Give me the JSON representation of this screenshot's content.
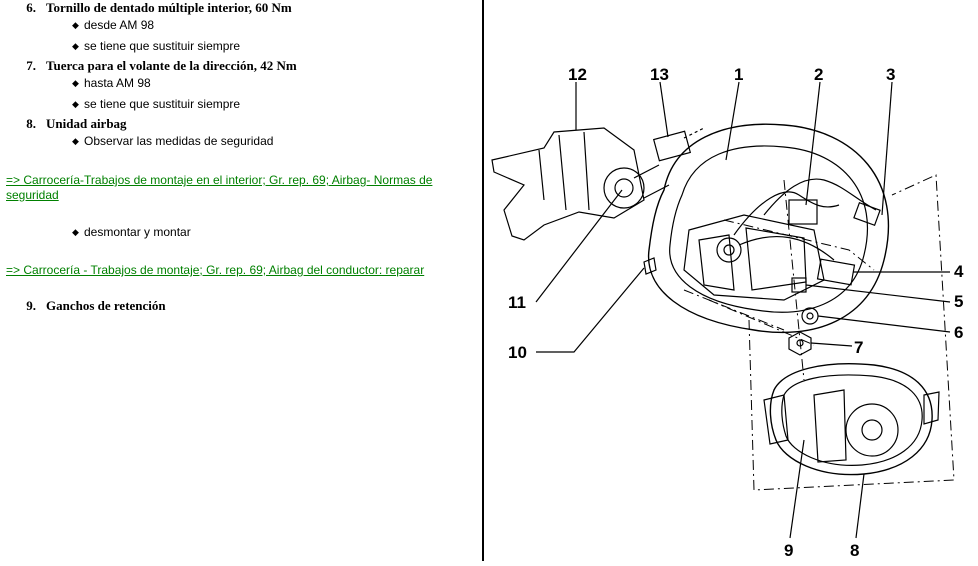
{
  "items": [
    {
      "num": "6.",
      "title": "Tornillo de dentado múltiple interior, 60 Nm",
      "bullets": [
        "desde AM 98",
        "se tiene que sustituir siempre"
      ]
    },
    {
      "num": "7.",
      "title": "Tuerca para el volante de la dirección, 42 Nm",
      "bullets": [
        "hasta AM 98",
        "se tiene que sustituir siempre"
      ]
    },
    {
      "num": "8.",
      "title": "Unidad airbag",
      "bullets": [
        "Observar las medidas de seguridad"
      ]
    },
    {
      "num": "9.",
      "title": "Ganchos de retención",
      "bullets": []
    }
  ],
  "links": [
    "=> Carrocería-Trabajos de montaje en el interior; Gr. rep. 69; Airbag- Normas de seguridad",
    "=> Carrocería - Trabajos de montaje; Gr. rep. 69; Airbag del conductor: reparar"
  ],
  "extra_bullet": "desmontar y montar",
  "bullet_symbol": "◆",
  "diagram": {
    "callouts": [
      "1",
      "2",
      "3",
      "4",
      "5",
      "6",
      "7",
      "8",
      "9",
      "10",
      "11",
      "12",
      "13"
    ]
  }
}
